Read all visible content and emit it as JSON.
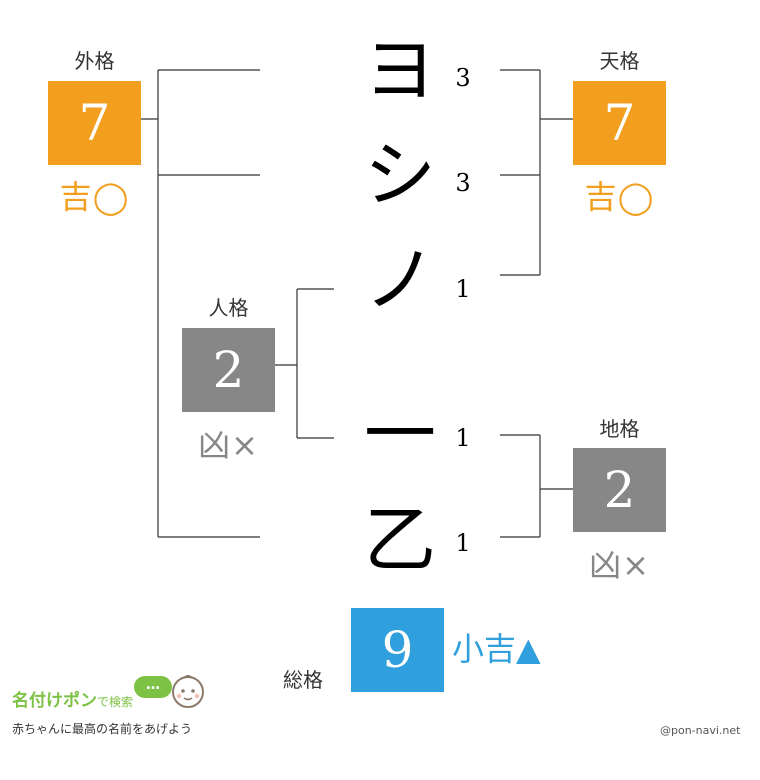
{
  "colors": {
    "good": "#f29f20",
    "bad": "#878787",
    "neutral": "#2f9fdd",
    "brand_green": "#7dc244"
  },
  "characters": [
    {
      "char": "ヨ",
      "strokes": "3"
    },
    {
      "char": "シ",
      "strokes": "3"
    },
    {
      "char": "ノ",
      "strokes": "1"
    },
    {
      "char": "一",
      "strokes": "1"
    },
    {
      "char": "乙",
      "strokes": "1"
    }
  ],
  "kaku": {
    "gaikaku": {
      "label": "外格",
      "value": "7",
      "luck": "吉◯"
    },
    "tenkaku": {
      "label": "天格",
      "value": "7",
      "luck": "吉◯"
    },
    "jinkaku": {
      "label": "人格",
      "value": "2",
      "luck": "凶×"
    },
    "chikaku": {
      "label": "地格",
      "value": "2",
      "luck": "凶×"
    },
    "soukaku": {
      "label": "総格",
      "value": "9",
      "luck": "小吉▲"
    }
  },
  "footer": {
    "logo_title": "名付けポン",
    "logo_suffix": "で検索",
    "bubble_text": "…",
    "tagline": "赤ちゃんに最高の名前をあげよう",
    "credit": "@pon-navi.net"
  }
}
